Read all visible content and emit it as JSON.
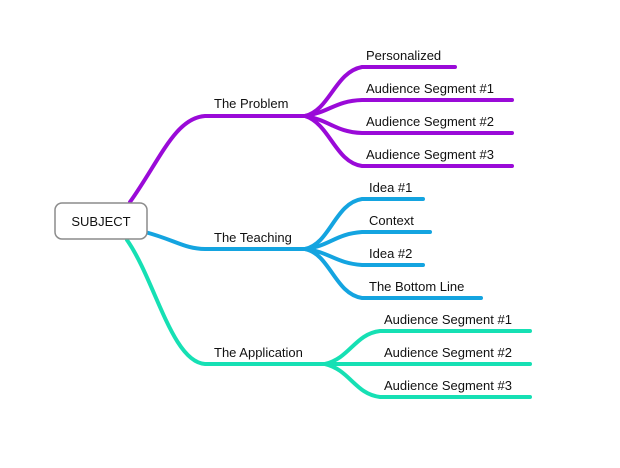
{
  "root": {
    "label": "SUBJECT"
  },
  "branches": [
    {
      "label": "The Problem",
      "color": "#9a0ad8",
      "children": [
        "Personalized",
        "Audience Segment #1",
        "Audience Segment #2",
        "Audience Segment #3"
      ]
    },
    {
      "label": "The Teaching",
      "color": "#14a4e0",
      "children": [
        "Idea #1",
        "Context",
        "Idea #2",
        "The Bottom Line"
      ]
    },
    {
      "label": "The Application",
      "color": "#16e0b4",
      "children": [
        "Audience Segment #1",
        "Audience Segment #2",
        "Audience Segment #3"
      ]
    }
  ]
}
